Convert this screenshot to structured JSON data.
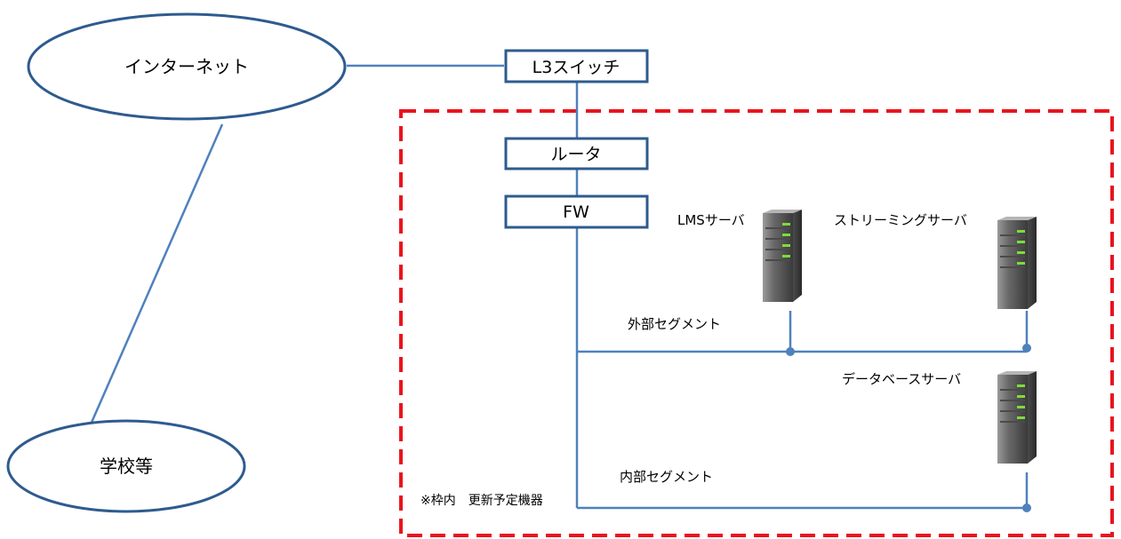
{
  "clouds": {
    "internet": "インターネット",
    "school": "学校等"
  },
  "devices": {
    "l3_switch": "L3スイッチ",
    "router": "ルータ",
    "firewall": "FW"
  },
  "servers": {
    "lms": "LMSサーバ",
    "streaming": "ストリーミングサーバ",
    "database": "データベースサーバ"
  },
  "segments": {
    "external": "外部セグメント",
    "internal": "内部セグメント"
  },
  "note": "※枠内　更新予定機器",
  "colors": {
    "link": "#4f81bd",
    "outline": "#2e5b8f",
    "boundary": "#e8141e",
    "server_body": "#6e6e6e",
    "server_led": "#7ddc3c"
  }
}
